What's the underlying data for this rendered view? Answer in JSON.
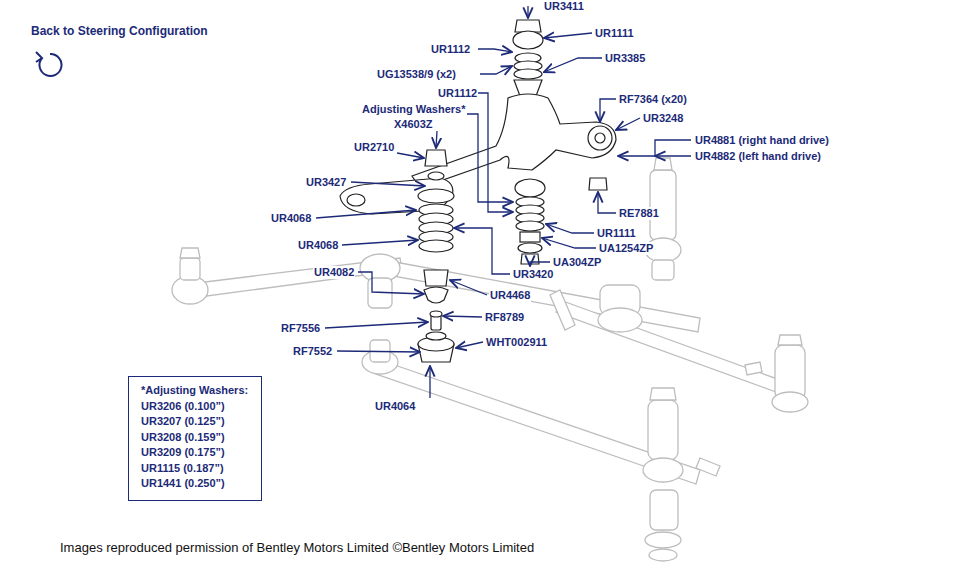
{
  "diagram": {
    "caption": "Images reproduced permission of Bentley Motors Limited ©Bentley Motors Limited",
    "nodes": [
      {
        "text": [
          "*Adjusting Washers:",
          "UR3206 (0.100”)",
          "UR3207 (0.125”)",
          "UR3208 (0.159”)",
          "UR3209 (0.175”)",
          "UR1115 (0.187”)",
          "UR1441 (0.250”)"
        ]
      }
    ],
    "edges": [],
    "labels": [
      "Back to Steering Configuration",
      "UR3411",
      "UR1112",
      "UR1111",
      "UG13538/9 (x2)",
      "UR3385",
      "UR1112",
      "Adjusting Washers*",
      "RF7364 (x20)",
      "X4603Z",
      "UR3248",
      "UR2710",
      "UR4881 (right hand drive)",
      "UR4882 (left hand drive)",
      "UR3427",
      "RE7881",
      "UR4068",
      "UR1111",
      "UA1254ZP",
      "UR4068",
      "UA304ZP",
      "UR3420",
      "UR4082",
      "UR4468",
      "RF8789",
      "RF7556",
      "RF7552",
      "WHT002911",
      "UR4064"
    ]
  }
}
